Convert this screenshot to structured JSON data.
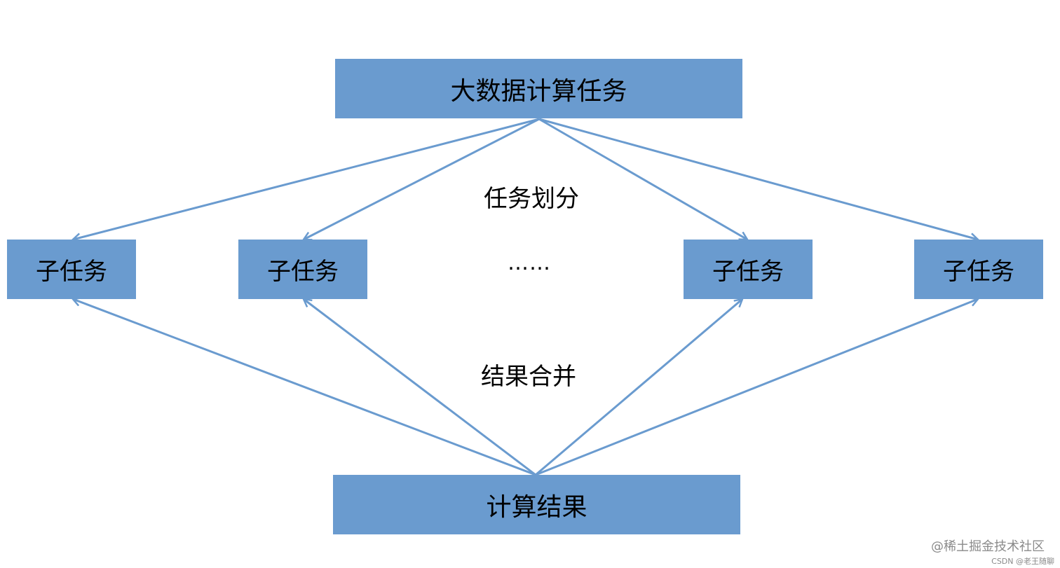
{
  "diagram": {
    "main_task": "大数据计算任务",
    "result": "计算结果",
    "sub_tasks": [
      "子任务",
      "子任务",
      "子任务",
      "子任务"
    ],
    "split_label": "任务划分",
    "merge_label": "结果合并",
    "ellipsis": "……"
  },
  "watermark": {
    "main": "@稀土掘金技术社区",
    "sub": "CSDN @老王随聊"
  },
  "colors": {
    "box_fill": "#6a9bcf",
    "arrow": "#6a9bcf",
    "text": "#000000"
  }
}
